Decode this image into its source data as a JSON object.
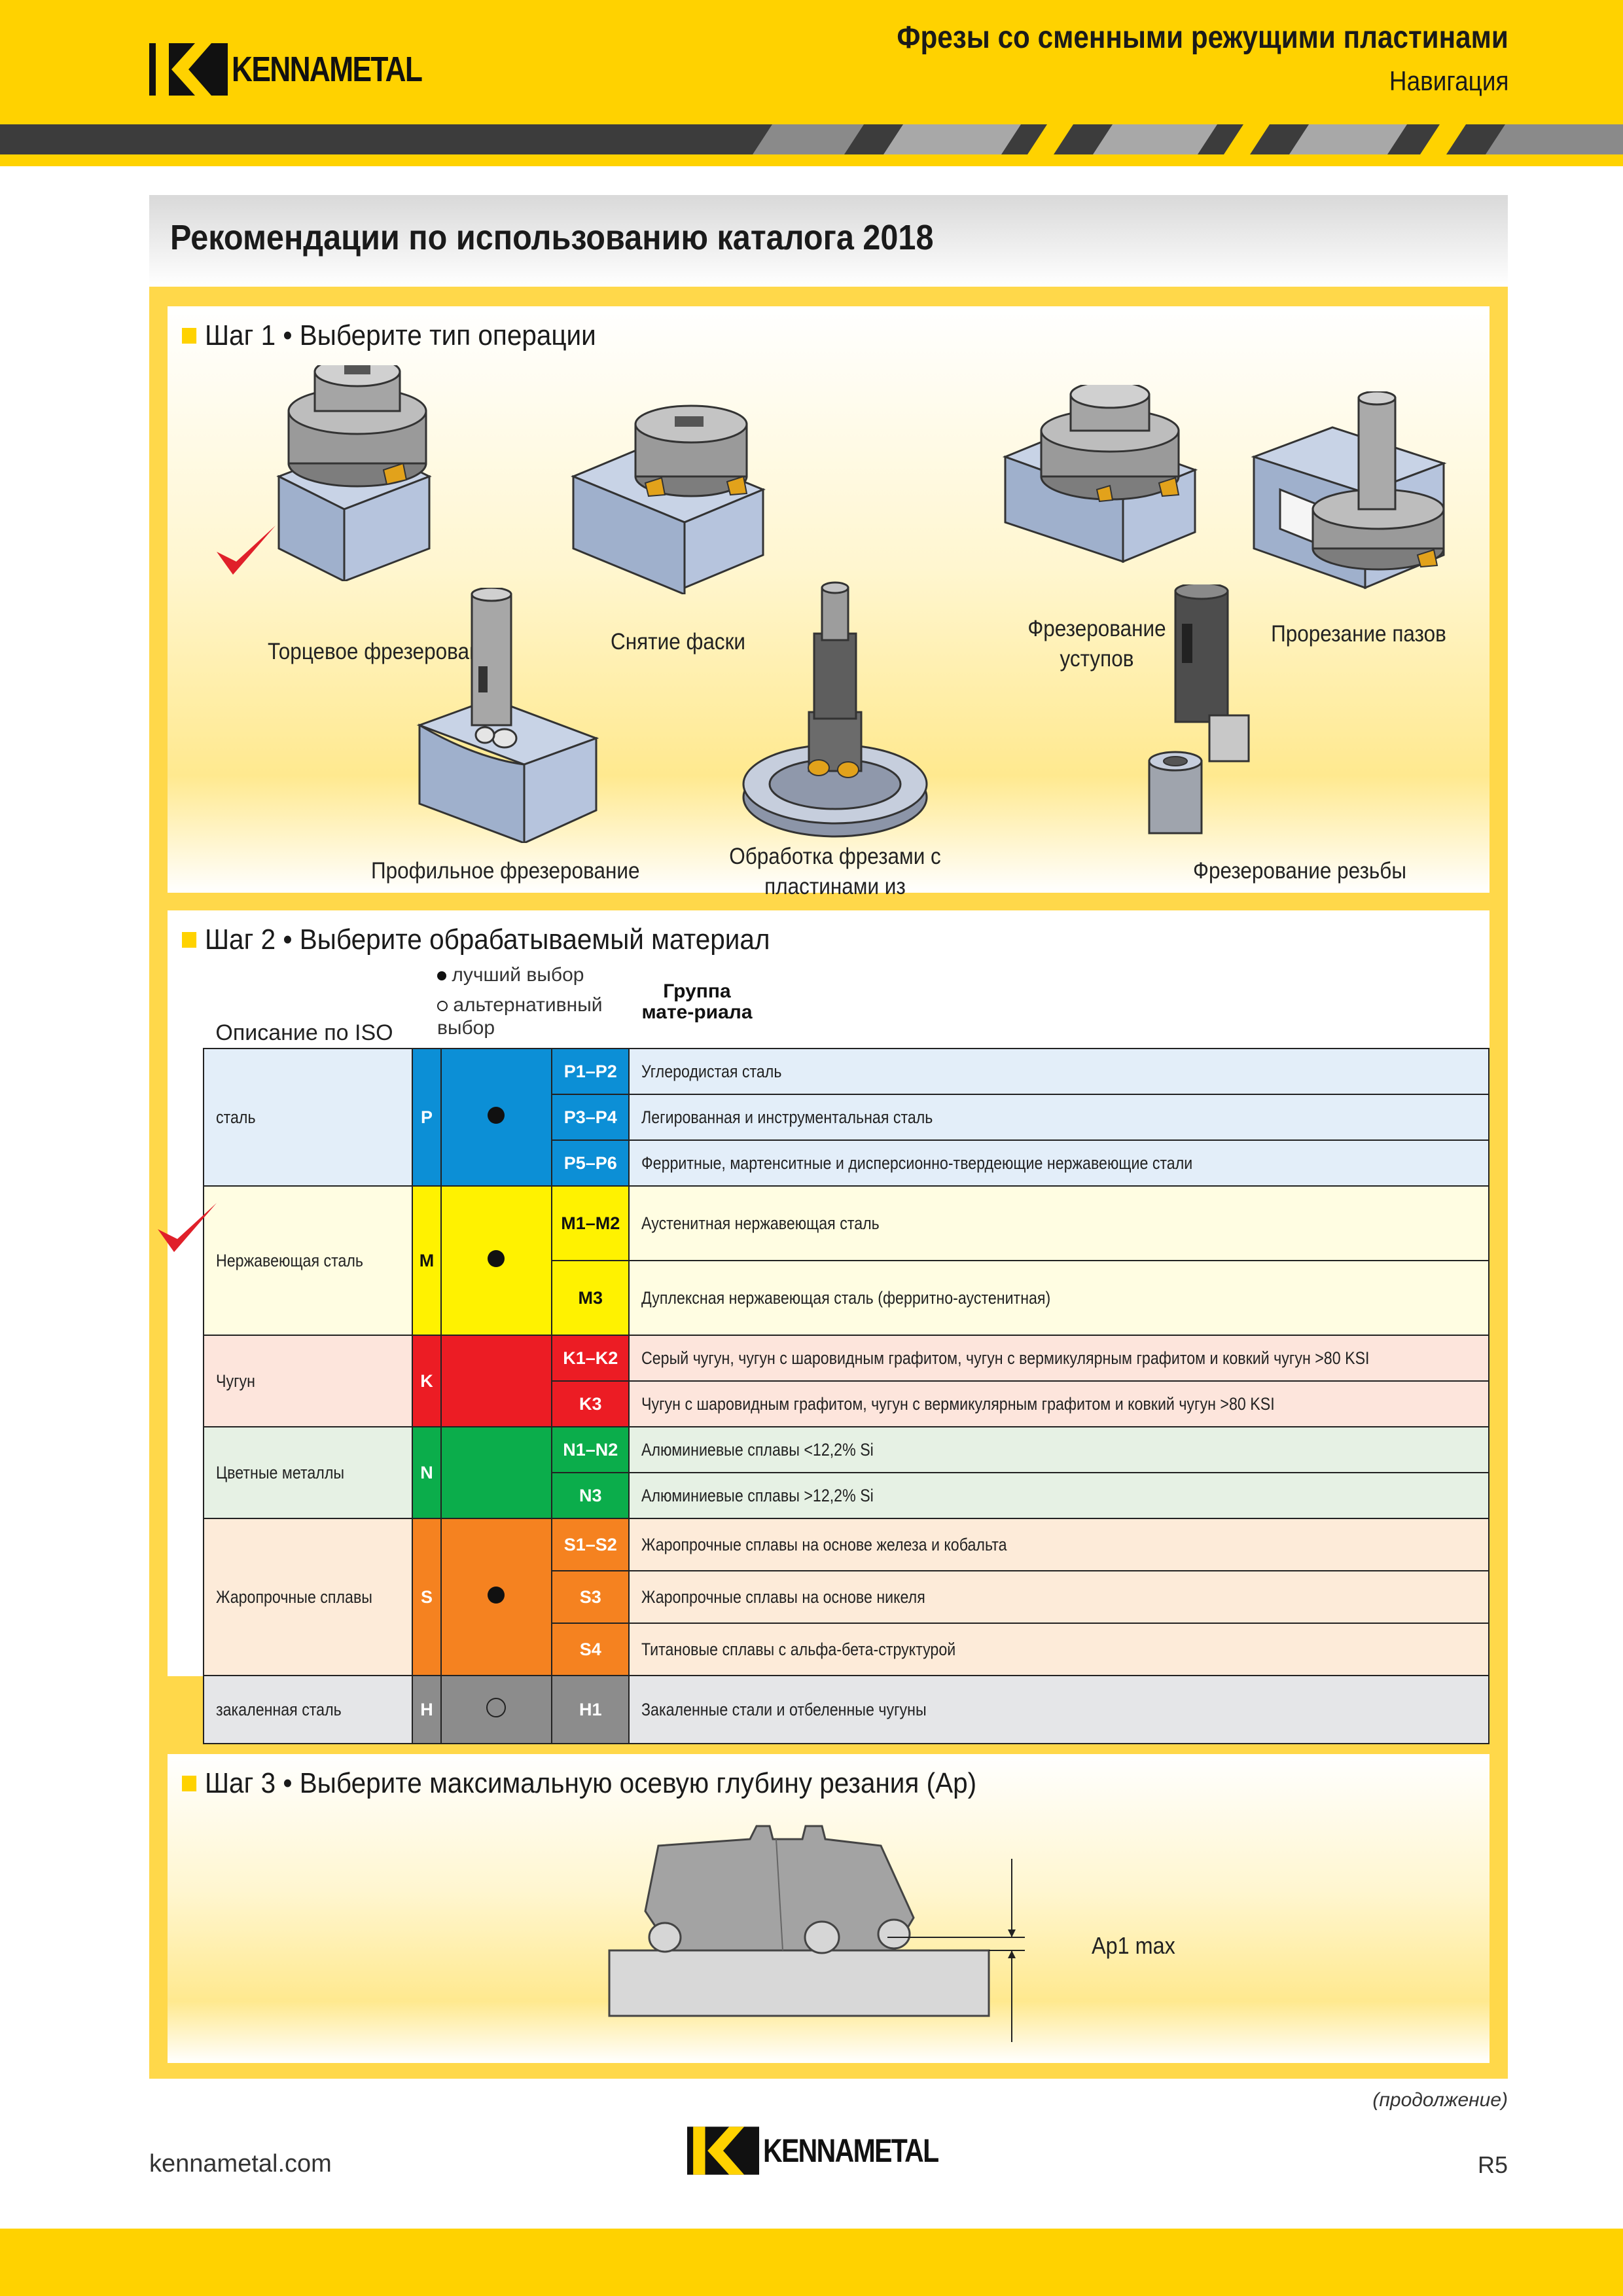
{
  "header": {
    "brand": "KENNAMETAL",
    "title": "Фрезы со сменными режущими пластинами",
    "subtitle": "Навигация"
  },
  "page_title": "Рекомендации по использованию каталога 2018",
  "step1": {
    "heading": "Шаг 1 • Выберите тип операции",
    "operations": [
      {
        "label": "Торцевое фрезерование",
        "selected": true
      },
      {
        "label": "Снятие фаски",
        "selected": false
      },
      {
        "label": "Фрезерование уступов",
        "selected": false
      },
      {
        "label": "Прорезание пазов",
        "selected": false
      },
      {
        "label": "Профильное фрезерование",
        "selected": false
      },
      {
        "label": "Обработка фрезами с пластинами из керамики",
        "selected": false
      },
      {
        "label": "Фрезерование резьбы",
        "selected": false
      }
    ]
  },
  "step2": {
    "heading": "Шаг 2 • Выберите обрабатываемый материал",
    "legend_best": "лучший выбор",
    "legend_alt": "альтернативный выбор",
    "col_iso": "Описание по ISO",
    "col_group": "Группа мате-риала",
    "colors": {
      "P": "#0c8fd6",
      "M": "#fff200",
      "K": "#ec1c24",
      "N": "#0bad4b",
      "S": "#f58220",
      "H": "#8c8c8c"
    },
    "materials": [
      {
        "desc": "сталь",
        "code": "P",
        "choice": "best",
        "selected": false,
        "groups": [
          {
            "g": "P1–P2",
            "t": "Углеродистая сталь"
          },
          {
            "g": "P3–P4",
            "t": "Легированная и инструментальная сталь"
          },
          {
            "g": "P5–P6",
            "t": "Ферритные, мартенситные и дисперсионно-твердеющие нержавеющие стали"
          }
        ]
      },
      {
        "desc": "Нержавеющая сталь",
        "code": "M",
        "choice": "best",
        "selected": true,
        "groups": [
          {
            "g": "M1–M2",
            "t": "Аустенитная нержавеющая сталь"
          },
          {
            "g": "M3",
            "t": "Дуплексная нержавеющая сталь (ферритно-аустенитная)"
          }
        ]
      },
      {
        "desc": "Чугун",
        "code": "K",
        "choice": "none",
        "selected": false,
        "groups": [
          {
            "g": "K1–K2",
            "t": "Серый чугун, чугун с шаровидным графитом, чугун с вермикулярным графитом и ковкий чугун >80 KSI"
          },
          {
            "g": "K3",
            "t": "Чугун с шаровидным графитом, чугун с вермикулярным графитом и ковкий чугун >80 KSI"
          }
        ]
      },
      {
        "desc": "Цветные металлы",
        "code": "N",
        "choice": "none",
        "selected": false,
        "groups": [
          {
            "g": "N1–N2",
            "t": "Алюминиевые сплавы <12,2% Si"
          },
          {
            "g": "N3",
            "t": "Алюминиевые сплавы >12,2% Si"
          }
        ]
      },
      {
        "desc": "Жаропрочные сплавы",
        "code": "S",
        "choice": "best",
        "selected": false,
        "groups": [
          {
            "g": "S1–S2",
            "t": "Жаропрочные сплавы на основе железа и кобальта"
          },
          {
            "g": "S3",
            "t": "Жаропрочные сплавы на основе никеля"
          },
          {
            "g": "S4",
            "t": "Титановые сплавы с альфа-бета-структурой"
          }
        ]
      },
      {
        "desc": "закаленная сталь",
        "code": "H",
        "choice": "alt",
        "selected": false,
        "groups": [
          {
            "g": "H1",
            "t": "Закаленные стали и отбеленные чугуны"
          }
        ]
      }
    ]
  },
  "step3": {
    "heading": "Шаг 3 • Выберите максимальную осевую глубину резания (Ap)",
    "dimension_label": "Ap1 max"
  },
  "footer": {
    "continued": "(продолжение)",
    "website": "kennametal.com",
    "page": "R5",
    "brand": "KENNAMETAL"
  }
}
